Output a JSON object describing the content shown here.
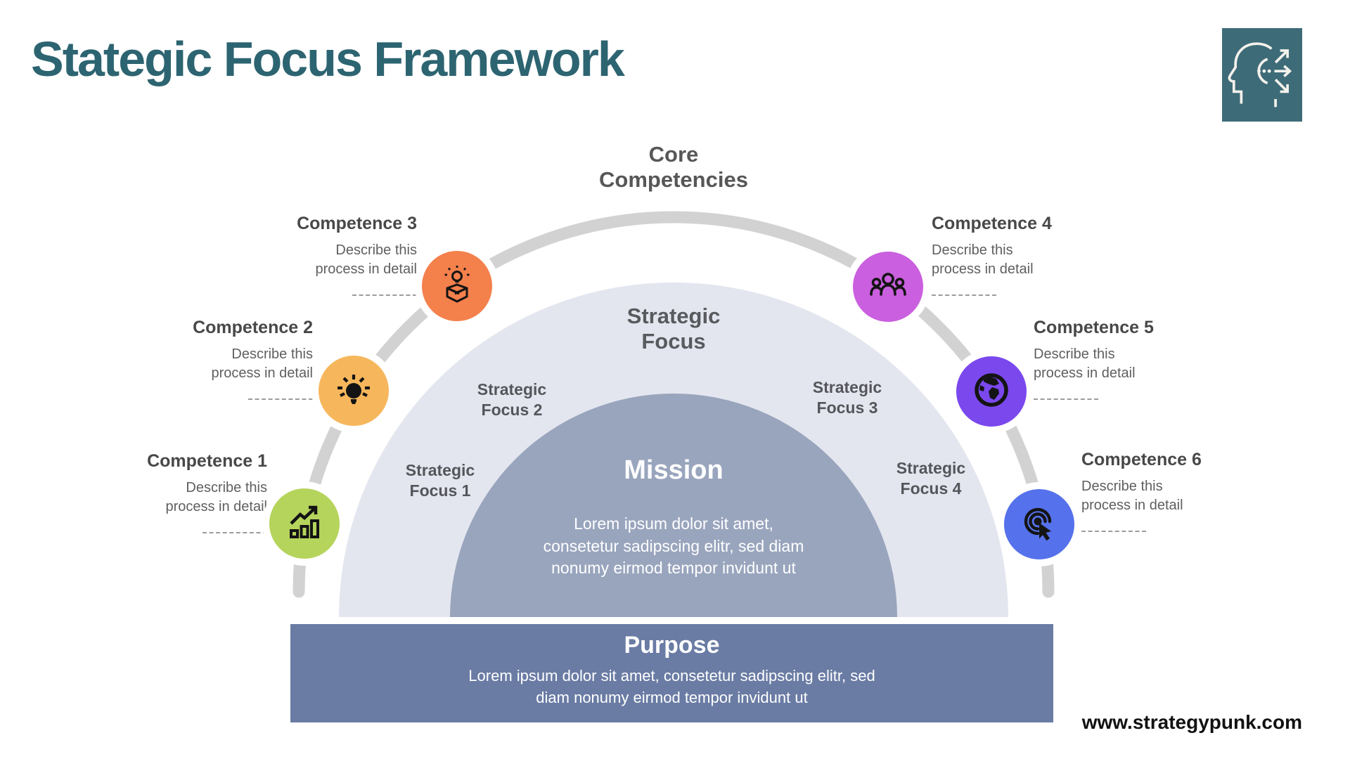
{
  "header": {
    "title": "Stategic Focus Framework"
  },
  "footer": {
    "website": "www.strategypunk.com"
  },
  "logo": {
    "icon": "head-with-arrows-logo-icon",
    "background_color": "#3e6b78"
  },
  "diagram": {
    "outer_ring_label": "Core Competencies",
    "inner_area_label": "Strategic Focus",
    "mission": {
      "title": "Mission",
      "lines": [
        "Lorem ipsum dolor sit amet,",
        "consetetur sadipscing elitr, sed diam",
        "nonumy eirmod tempor invidunt ut"
      ]
    },
    "purpose": {
      "title": "Purpose",
      "lines": [
        "Lorem ipsum dolor sit amet, consetetur sadipscing elitr, sed",
        "diam nonumy eirmod tempor invidunt ut"
      ]
    },
    "strategic_focus_items": [
      {
        "label": "Strategic Focus 1"
      },
      {
        "label": "Strategic Focus 2"
      },
      {
        "label": "Strategic Focus 3"
      },
      {
        "label": "Strategic Focus 4"
      }
    ],
    "competencies": [
      {
        "label": "Competence 1",
        "description": "Describe this process in detail",
        "icon": "growth-chart-icon",
        "color": "#b5d45c"
      },
      {
        "label": "Competence 2",
        "description": "Describe this process in detail",
        "icon": "lightbulb-icon",
        "color": "#f6b75c"
      },
      {
        "label": "Competence 3",
        "description": "Describe this process in detail",
        "icon": "idea-box-icon",
        "color": "#f4804c"
      },
      {
        "label": "Competence 4",
        "description": "Describe this process in detail",
        "icon": "team-icon",
        "color": "#ca5fdf"
      },
      {
        "label": "Competence 5",
        "description": "Describe this process in detail",
        "icon": "globe-icon",
        "color": "#7b48ee"
      },
      {
        "label": "Competence 6",
        "description": "Describe this process in detail",
        "icon": "click-target-icon",
        "color": "#5571eb"
      }
    ],
    "colors": {
      "title": "#2d6471",
      "arc": "#d2d2d2",
      "strategic_focus_fill": "#e4e6ef",
      "mission_fill": "#99a5bd",
      "purpose_fill": "#6a7ca4"
    }
  }
}
